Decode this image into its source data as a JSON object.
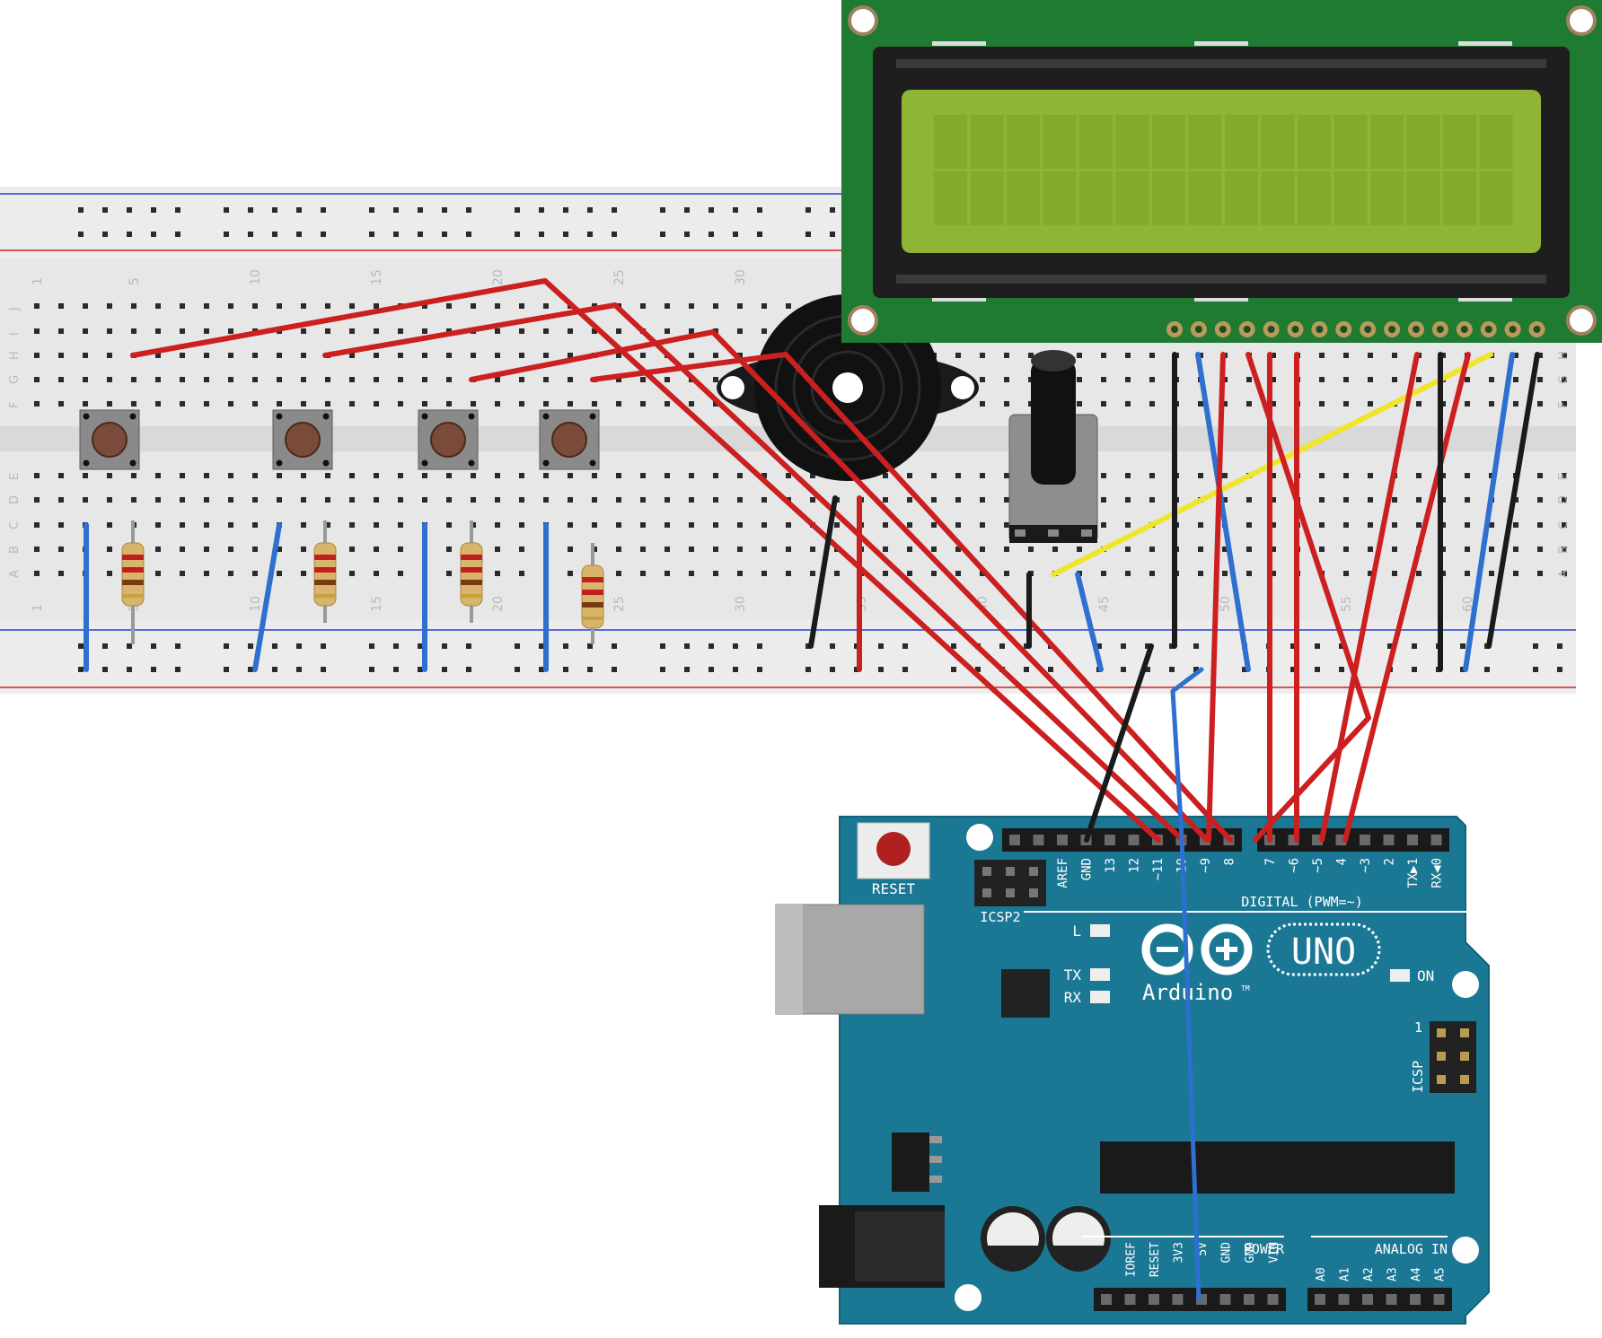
{
  "breadboard": {
    "column_numbers": [
      "1",
      "5",
      "10",
      "15",
      "20",
      "25",
      "30",
      "35",
      "40",
      "45",
      "50",
      "55",
      "60"
    ],
    "row_letters_top": [
      "J",
      "I",
      "H",
      "G",
      "F"
    ],
    "row_letters_bottom": [
      "E",
      "D",
      "C",
      "B",
      "A"
    ]
  },
  "arduino": {
    "reset_label": "RESET",
    "icsp2_label": "ICSP2",
    "icsp_label": "ICSP",
    "icsp_pin1_label": "1",
    "led_l_label": "L",
    "led_tx_label": "TX",
    "led_rx_label": "RX",
    "on_label": "ON",
    "logo_text": "Arduino",
    "tm_mark": "TM",
    "model_text": "UNO",
    "digital_label": "DIGITAL (PWM=~)",
    "power_label": "POWER",
    "analog_label": "ANALOG IN",
    "digital_pins": [
      "AREF",
      "GND",
      "13",
      "12",
      "~11",
      "~10",
      "~9",
      "8",
      "7",
      "~6",
      "~5",
      "4",
      "~3",
      "2",
      "TX▶1",
      "RX◀0"
    ],
    "power_pins": [
      "IOREF",
      "RESET",
      "3V3",
      "5V",
      "GND",
      "GND",
      "VIN"
    ],
    "analog_pins": [
      "A0",
      "A1",
      "A2",
      "A3",
      "A4",
      "A5"
    ]
  },
  "colors": {
    "wire_red": "#cc1f1f",
    "wire_blue": "#2e6fcf",
    "wire_black": "#1a1a1a",
    "wire_yellow": "#f0e52a",
    "lcd_board": "#1f7a32",
    "lcd_screen": "#8fb536",
    "arduino_board": "#1b7894",
    "breadboard": "#e6e6e6"
  }
}
